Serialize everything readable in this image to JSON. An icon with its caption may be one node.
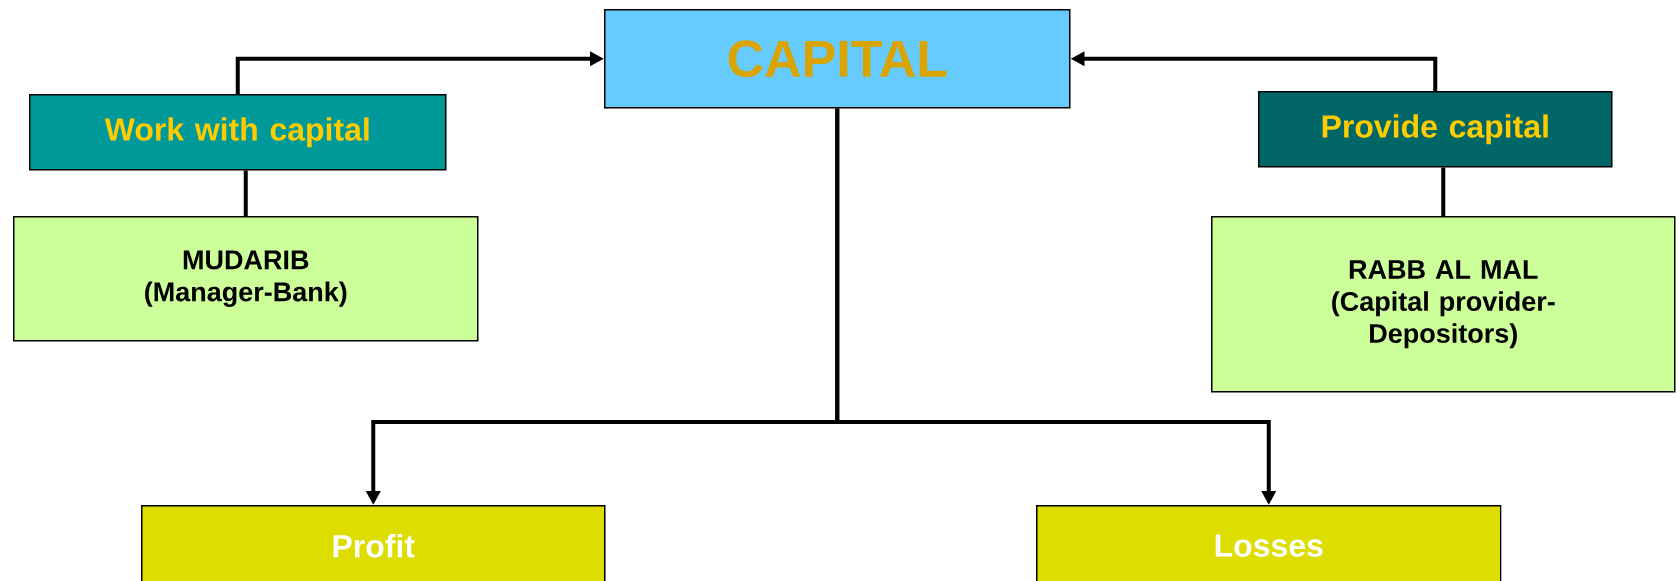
{
  "diagram": {
    "nodes": [
      {
        "text": [
          "CAPITAL"
        ]
      },
      {
        "text": [
          "Work with capital"
        ]
      },
      {
        "text": [
          "MUDARIB",
          "(Manager-Bank)"
        ]
      },
      {
        "text": [
          "Provide capital"
        ]
      },
      {
        "text": [
          "RABB AL MAL",
          "(Capital provider-Depositors)"
        ]
      },
      {
        "text": [
          "Profit"
        ]
      },
      {
        "text": [
          "Losses"
        ]
      }
    ],
    "edges": [
      {
        "from": 2,
        "to": 1,
        "arrow": "none"
      },
      {
        "from": 1,
        "to": 0,
        "arrow": "to"
      },
      {
        "from": 4,
        "to": 3,
        "arrow": "none"
      },
      {
        "from": 3,
        "to": 0,
        "arrow": "to"
      },
      {
        "from": 0,
        "to": 5,
        "arrow": "to"
      },
      {
        "from": 0,
        "to": 6,
        "arrow": "to"
      }
    ]
  }
}
